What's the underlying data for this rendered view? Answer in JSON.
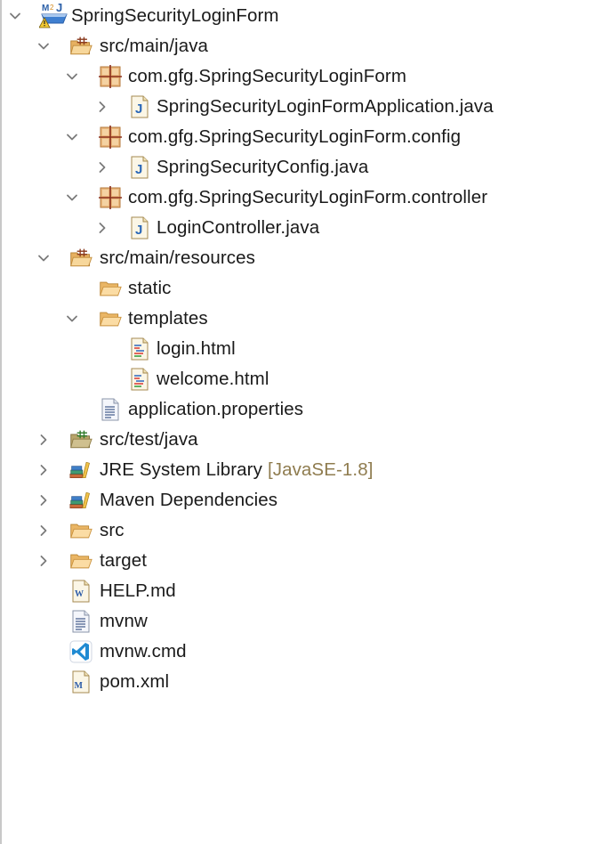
{
  "panel": "package-explorer",
  "tree": [
    {
      "id": "project",
      "label": "SpringSecurityLoginForm",
      "depth": 0,
      "expander": "expanded",
      "icon": "maven-project-warning-icon"
    },
    {
      "id": "src-main-java",
      "label": "src/main/java",
      "depth": 1,
      "expander": "expanded",
      "icon": "source-folder-icon"
    },
    {
      "id": "pkg-root",
      "label": "com.gfg.SpringSecurityLoginForm",
      "depth": 2,
      "expander": "expanded",
      "icon": "package-icon"
    },
    {
      "id": "app-java",
      "label": "SpringSecurityLoginFormApplication.java",
      "depth": 3,
      "expander": "collapsed",
      "icon": "java-file-icon"
    },
    {
      "id": "pkg-config",
      "label": "com.gfg.SpringSecurityLoginForm.config",
      "depth": 2,
      "expander": "expanded",
      "icon": "package-icon"
    },
    {
      "id": "config-java",
      "label": "SpringSecurityConfig.java",
      "depth": 3,
      "expander": "collapsed",
      "icon": "java-file-icon"
    },
    {
      "id": "pkg-controller",
      "label": "com.gfg.SpringSecurityLoginForm.controller",
      "depth": 2,
      "expander": "expanded",
      "icon": "package-icon"
    },
    {
      "id": "controller-java",
      "label": "LoginController.java",
      "depth": 3,
      "expander": "collapsed",
      "icon": "java-file-icon"
    },
    {
      "id": "src-main-resources",
      "label": "src/main/resources",
      "depth": 1,
      "expander": "expanded",
      "icon": "source-folder-icon"
    },
    {
      "id": "static",
      "label": "static",
      "depth": 2,
      "expander": "none",
      "icon": "folder-icon"
    },
    {
      "id": "templates",
      "label": "templates",
      "depth": 2,
      "expander": "expanded",
      "icon": "folder-icon"
    },
    {
      "id": "login-html",
      "label": "login.html",
      "depth": 3,
      "expander": "none",
      "icon": "html-file-icon"
    },
    {
      "id": "welcome-html",
      "label": "welcome.html",
      "depth": 3,
      "expander": "none",
      "icon": "html-file-icon"
    },
    {
      "id": "app-props",
      "label": "application.properties",
      "depth": 2,
      "expander": "none",
      "icon": "text-file-icon"
    },
    {
      "id": "src-test-java",
      "label": "src/test/java",
      "depth": 1,
      "expander": "collapsed",
      "icon": "test-source-folder-icon"
    },
    {
      "id": "jre",
      "label": "JRE System Library",
      "decoration": "[JavaSE-1.8]",
      "depth": 1,
      "expander": "collapsed",
      "icon": "library-icon"
    },
    {
      "id": "maven-deps",
      "label": "Maven Dependencies",
      "depth": 1,
      "expander": "collapsed",
      "icon": "library-icon"
    },
    {
      "id": "src",
      "label": "src",
      "depth": 1,
      "expander": "collapsed",
      "icon": "folder-icon"
    },
    {
      "id": "target",
      "label": "target",
      "depth": 1,
      "expander": "collapsed",
      "icon": "folder-icon"
    },
    {
      "id": "help-md",
      "label": "HELP.md",
      "depth": 1,
      "expander": "none",
      "icon": "word-file-icon"
    },
    {
      "id": "mvnw",
      "label": "mvnw",
      "depth": 1,
      "expander": "none",
      "icon": "text-file-icon"
    },
    {
      "id": "mvnw-cmd",
      "label": "mvnw.cmd",
      "depth": 1,
      "expander": "none",
      "icon": "vscode-file-icon"
    },
    {
      "id": "pom-xml",
      "label": "pom.xml",
      "depth": 1,
      "expander": "none",
      "icon": "maven-pom-icon"
    }
  ],
  "colors": {
    "text": "#1a1a1a",
    "decoration": "#8f7c4f",
    "chevron": "#7a7a7a",
    "border": "#c8c8c8"
  }
}
